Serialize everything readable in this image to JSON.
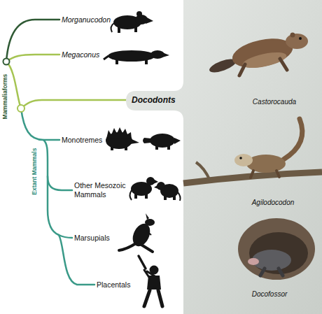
{
  "diagram": {
    "nodes": [
      {
        "text": [
          "Docodonts",
          "Castorocauda",
          "Agilodocodon",
          "Docofossor"
        ]
      }
    ],
    "labels": [
      "Morganucodon",
      "Megaconus",
      "Mammaliaforms",
      "Extant Mammals",
      "Monotremes",
      "Other Mesozoic Mammals",
      "Marsupials",
      "Placentals"
    ]
  }
}
